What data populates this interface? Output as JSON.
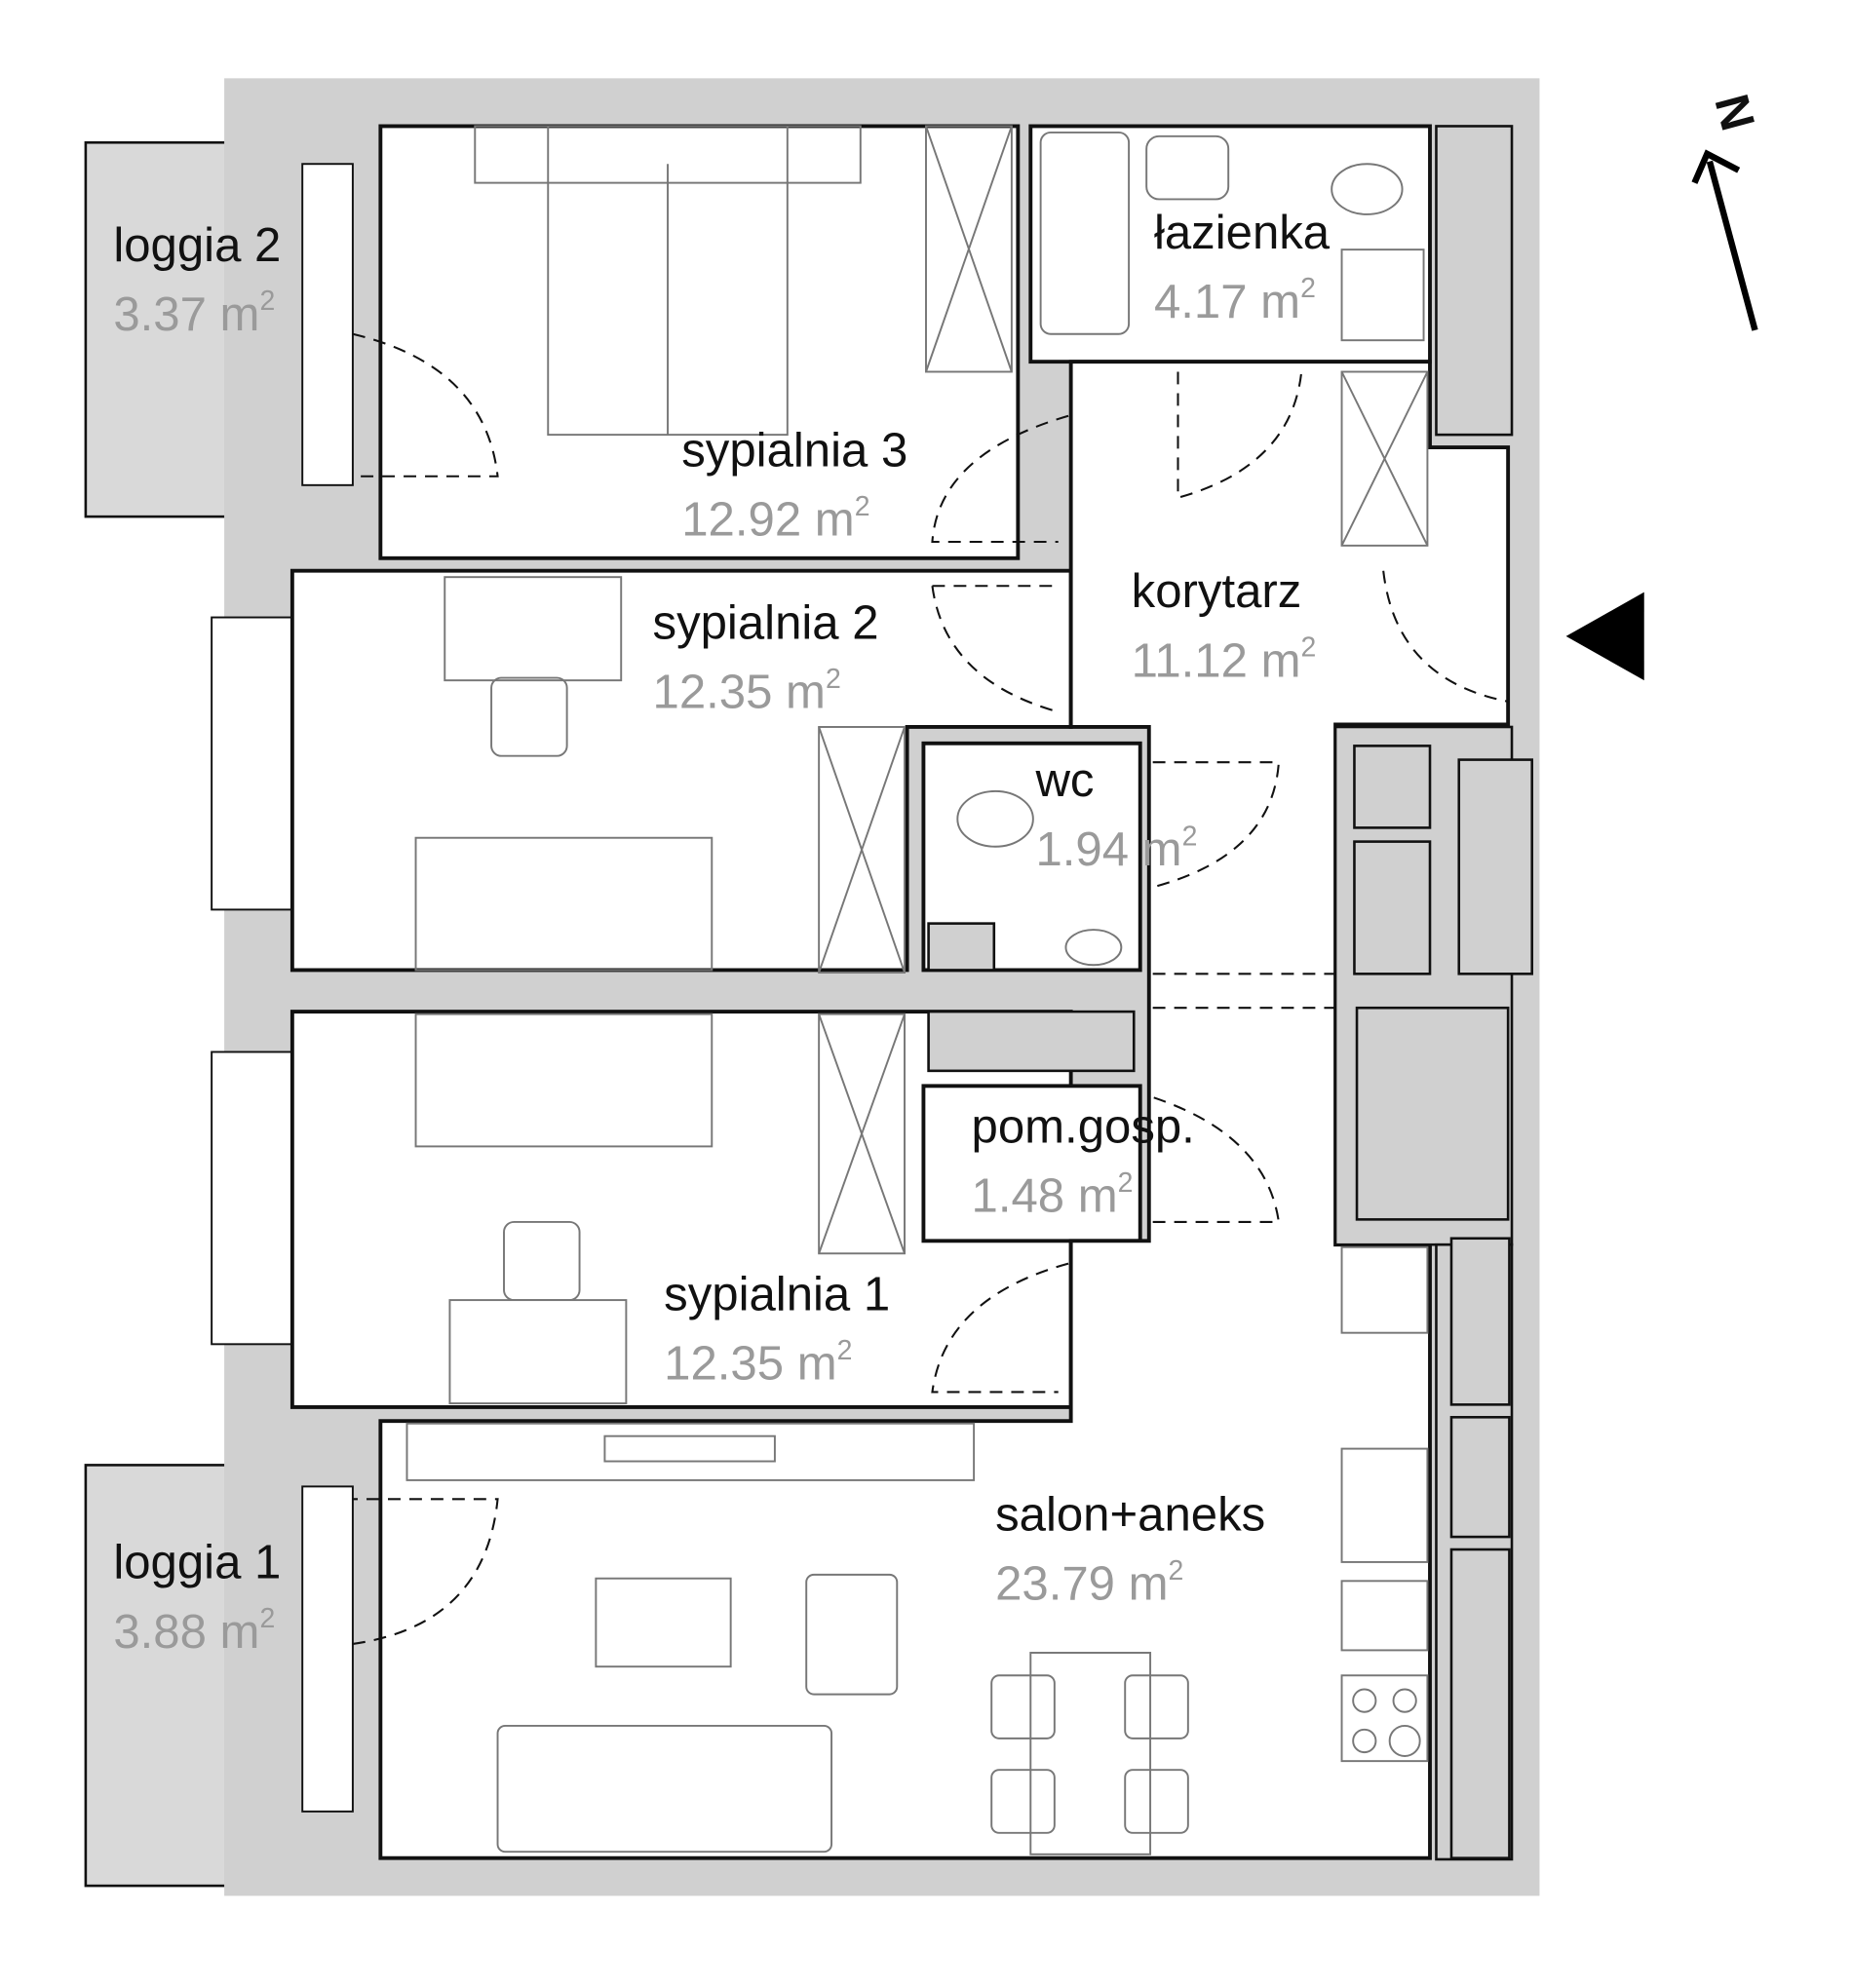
{
  "plan": {
    "north_label": "N",
    "entrance_marker": "entrance-arrow",
    "rooms": [
      {
        "id": "loggia-2",
        "name": "loggia 2",
        "area": "3.37 m",
        "unit_exp": "2"
      },
      {
        "id": "sypialnia-3",
        "name": "sypialnia 3",
        "area": "12.92 m",
        "unit_exp": "2"
      },
      {
        "id": "lazienka",
        "name": "łazienka",
        "area": "4.17 m",
        "unit_exp": "2"
      },
      {
        "id": "korytarz",
        "name": "korytarz",
        "area": "11.12 m",
        "unit_exp": "2"
      },
      {
        "id": "sypialnia-2",
        "name": "sypialnia 2",
        "area": "12.35 m",
        "unit_exp": "2"
      },
      {
        "id": "wc",
        "name": "wc",
        "area": "1.94 m",
        "unit_exp": "2"
      },
      {
        "id": "pom-gosp",
        "name": "pom.gosp.",
        "area": "1.48 m",
        "unit_exp": "2"
      },
      {
        "id": "sypialnia-1",
        "name": "sypialnia 1",
        "area": "12.35 m",
        "unit_exp": "2"
      },
      {
        "id": "salon-aneks",
        "name": "salon+aneks",
        "area": "23.79 m",
        "unit_exp": "2"
      },
      {
        "id": "loggia-1",
        "name": "loggia 1",
        "area": "3.88 m",
        "unit_exp": "2"
      }
    ]
  },
  "colors": {
    "wall": "#d0d0d0",
    "loggia": "#d9d9d9",
    "area_text": "#9a9a9a"
  }
}
